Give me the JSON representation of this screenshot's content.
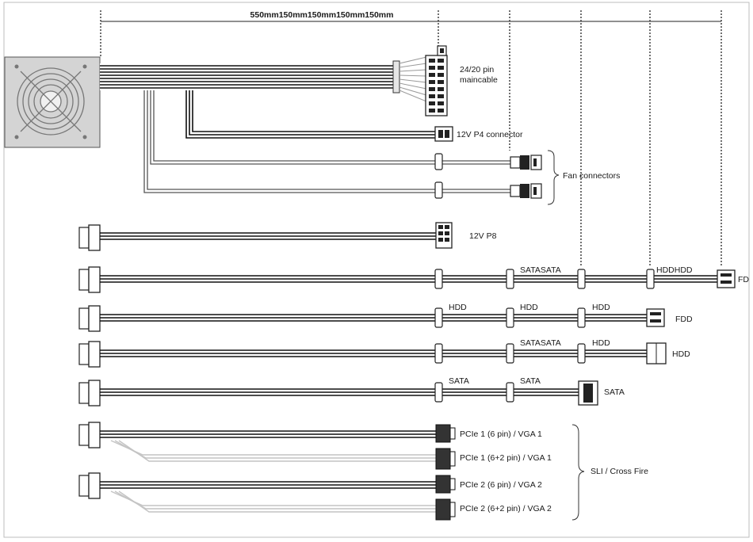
{
  "dimension_label": "550mm150mm150mm150mm150mm",
  "mainboard": {
    "main_label_line1": "24/20 pin",
    "main_label_line2": "maincable",
    "p4_label": "12V P4 connector",
    "fan_label": "Fan connectors"
  },
  "p8_label": "12V P8",
  "chain1": {
    "a": "SATASATA",
    "b": "HDDHDD",
    "end": "FD"
  },
  "chain2": {
    "a": "HDD",
    "b": "HDD",
    "c": "HDD",
    "end": "FDD"
  },
  "chain3": {
    "a": "SATASATA",
    "b": "HDD",
    "end": "HDD"
  },
  "chain4": {
    "a": "SATA",
    "b": "SATA",
    "end": "SATA"
  },
  "pcie": {
    "c1": "PCIe 1 (6 pin) / VGA 1",
    "c2": "PCIe 1 (6+2 pin) / VGA 1",
    "c3": "PCIe 2 (6 pin) / VGA 2",
    "c4": "PCIe 2 (6+2 pin) / VGA 2",
    "group": "SLI / Cross Fire"
  }
}
